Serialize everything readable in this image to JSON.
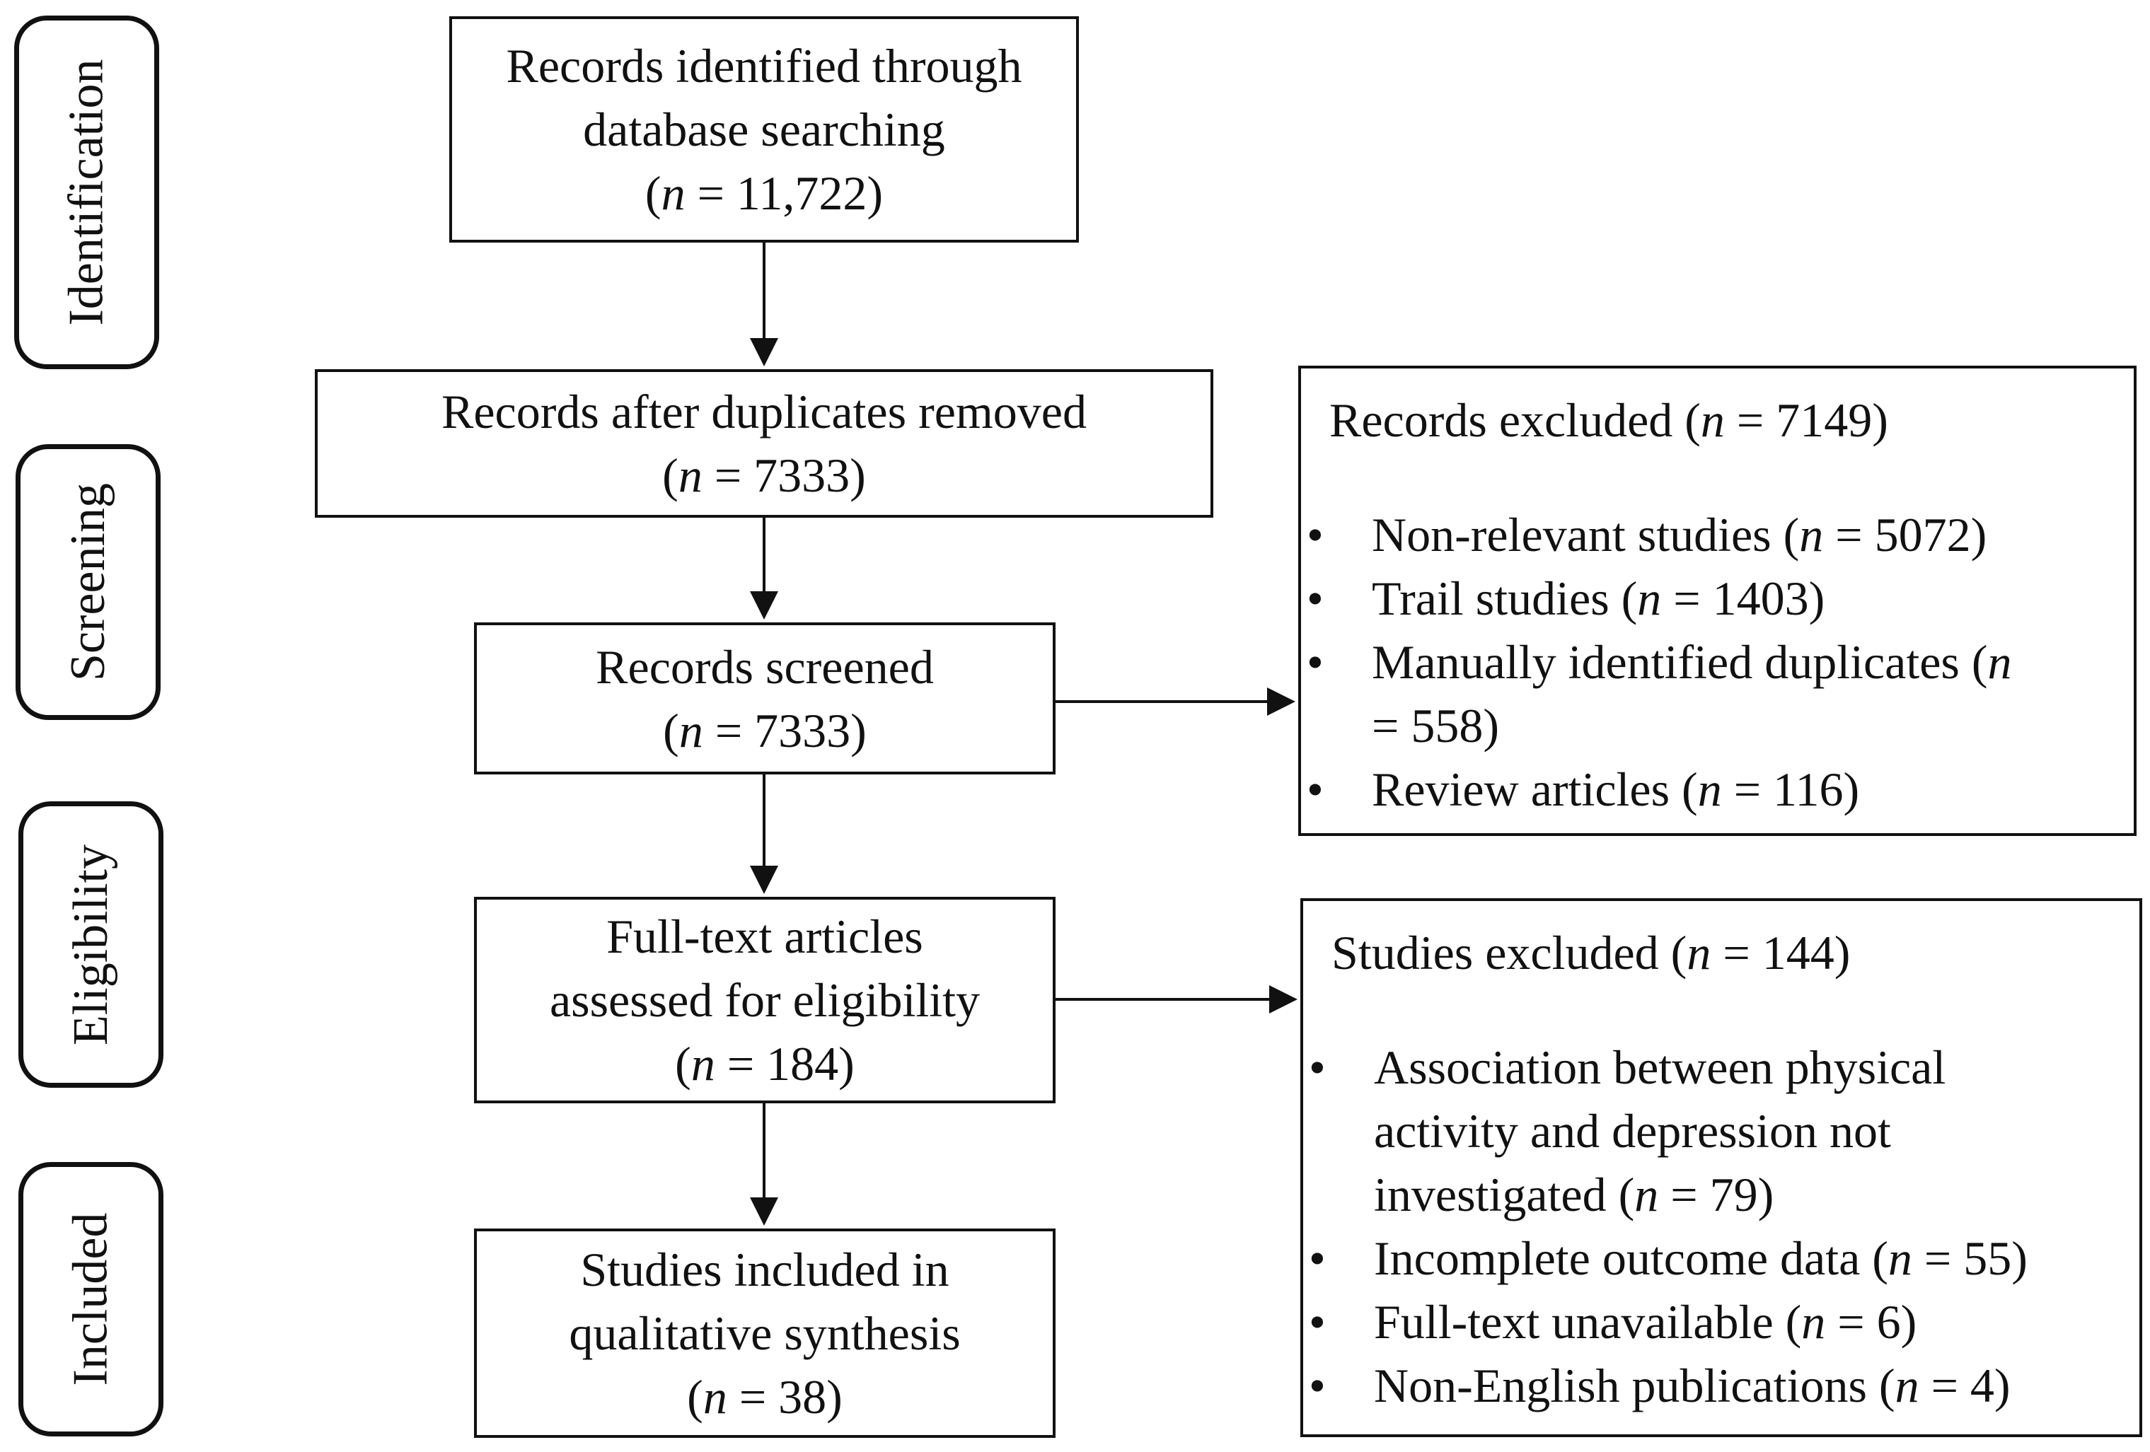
{
  "stages": {
    "identification": "Identification",
    "screening": "Screening",
    "eligibility": "Eligibility",
    "included": "Included"
  },
  "n_label": "n",
  "boxes": {
    "identified": {
      "line1": "Records identified through",
      "line2": "database searching",
      "count_prefix": "(",
      "count_suffix": " = 11,722)"
    },
    "after_duplicates": {
      "line1": "Records after duplicates removed",
      "count_prefix": "(",
      "count_suffix": " = 7333)"
    },
    "screened": {
      "line1": "Records screened",
      "count_prefix": "(",
      "count_suffix": " = 7333)"
    },
    "fulltext": {
      "line1": "Full-text articles",
      "line2": "assessed for eligibility",
      "count_prefix": "(",
      "count_suffix": " = 184)"
    },
    "included": {
      "line1": "Studies included in",
      "line2": "qualitative synthesis",
      "count_prefix": "(",
      "count_suffix": " = 38)"
    }
  },
  "records_excluded": {
    "heading_prefix": "Records excluded (",
    "heading_suffix": " = 7149)",
    "items": [
      {
        "prefix": "Non-relevant studies (",
        "suffix": " = 5072)"
      },
      {
        "prefix": "Trail studies (",
        "suffix": " = 1403)"
      },
      {
        "prefix": "Manually identified duplicates (",
        "suffix": "= 558)"
      },
      {
        "prefix": "Review articles (",
        "suffix": " = 116)"
      }
    ]
  },
  "studies_excluded": {
    "heading_prefix": "Studies excluded (",
    "heading_suffix": " = 144)",
    "items": [
      {
        "line1": "Association between physical",
        "line2": "activity and depression not",
        "prefix": "investigated (",
        "suffix": " = 79)"
      },
      {
        "prefix": "Incomplete outcome data (",
        "suffix": " = 55)"
      },
      {
        "prefix": "Full-text unavailable (",
        "suffix": " = 6)"
      },
      {
        "prefix": "Non-English publications (",
        "suffix": " = 4)"
      }
    ]
  }
}
